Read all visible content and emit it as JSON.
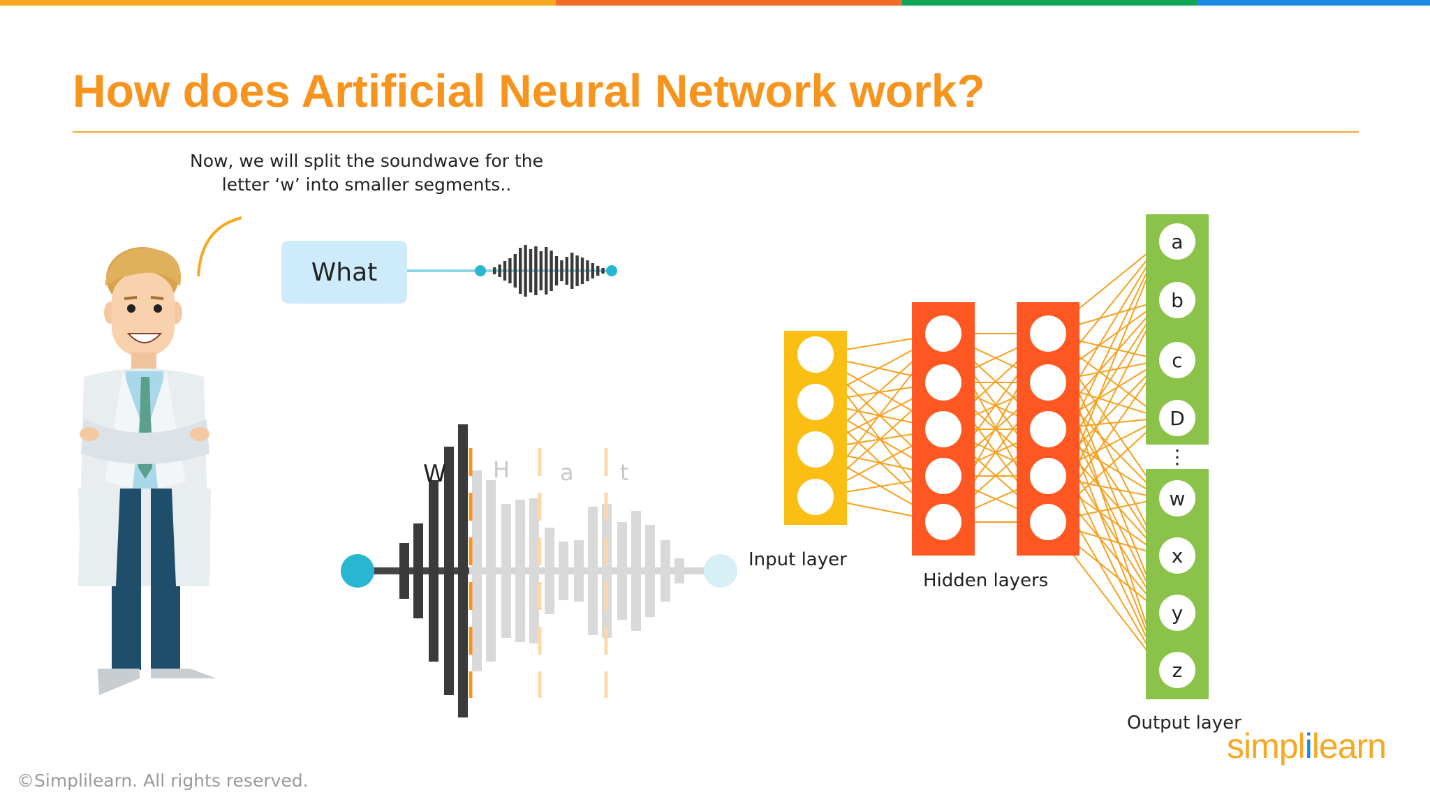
{
  "slide": {
    "title": "How does Artificial Neural Network work?",
    "caption_line1": "Now, we will split the soundwave for the",
    "caption_line2": "letter ‘w’ into smaller segments..",
    "word": "What",
    "footer": "©Simplilearn. All rights reserved.",
    "logo_part1": "simpl",
    "logo_part2": "i",
    "logo_part3": "learn"
  },
  "segments": {
    "letters": [
      "W",
      "H",
      "a",
      "t"
    ]
  },
  "network": {
    "input_label": "Input layer",
    "hidden_label": "Hidden layers",
    "output_label": "Output layer",
    "output_nodes_top": [
      "a",
      "b",
      "c",
      "D"
    ],
    "output_nodes_bottom": [
      "w",
      "x",
      "y",
      "z"
    ],
    "ellipsis": "⋮"
  },
  "colors": {
    "title": "#F7941D",
    "input_layer": "#FBBF14",
    "hidden_layer": "#FF5722",
    "output_layer": "#8BC34A",
    "connection": "#F7A01D",
    "accent_blue": "#29B6D1",
    "bar_top": [
      "#F7A823",
      "#F26B2B",
      "#10A754",
      "#1E88E5"
    ]
  }
}
